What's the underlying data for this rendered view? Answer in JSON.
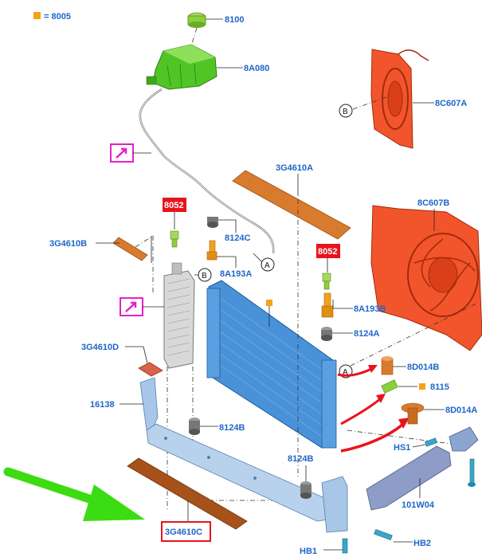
{
  "legend": {
    "marker_color": "#f5a21b",
    "text": "= 8005"
  },
  "accent": {
    "callout_text": "#1f66c8",
    "highlight_red": "#e8141c",
    "arrow_green": "#3bdc12",
    "pink_icon": "#e620c8"
  },
  "labels": {
    "p8100": "8100",
    "p8A080": "8A080",
    "p8C607A": "8C607A",
    "p3G4610A": "3G4610A",
    "p8C607B": "8C607B",
    "p8052a": "8052",
    "p8052b": "8052",
    "p3G4610B": "3G4610B",
    "p8124C": "8124C",
    "p8A193A": "8A193A",
    "p8A193B": "8A193B",
    "p8124A": "8124A",
    "p3G4610D": "3G4610D",
    "p8D014B": "8D014B",
    "p8115": "8115",
    "p8D014A": "8D014A",
    "p16138": "16138",
    "p8124B_a": "8124B",
    "p8124B_b": "8124B",
    "pHS1": "HS1",
    "p101W04": "101W04",
    "p3G4610C": "3G4610C",
    "pHB2": "HB2",
    "pHB1": "HB1"
  },
  "circles": {
    "A1": "A",
    "A2": "A",
    "B1": "B",
    "B2": "B"
  }
}
